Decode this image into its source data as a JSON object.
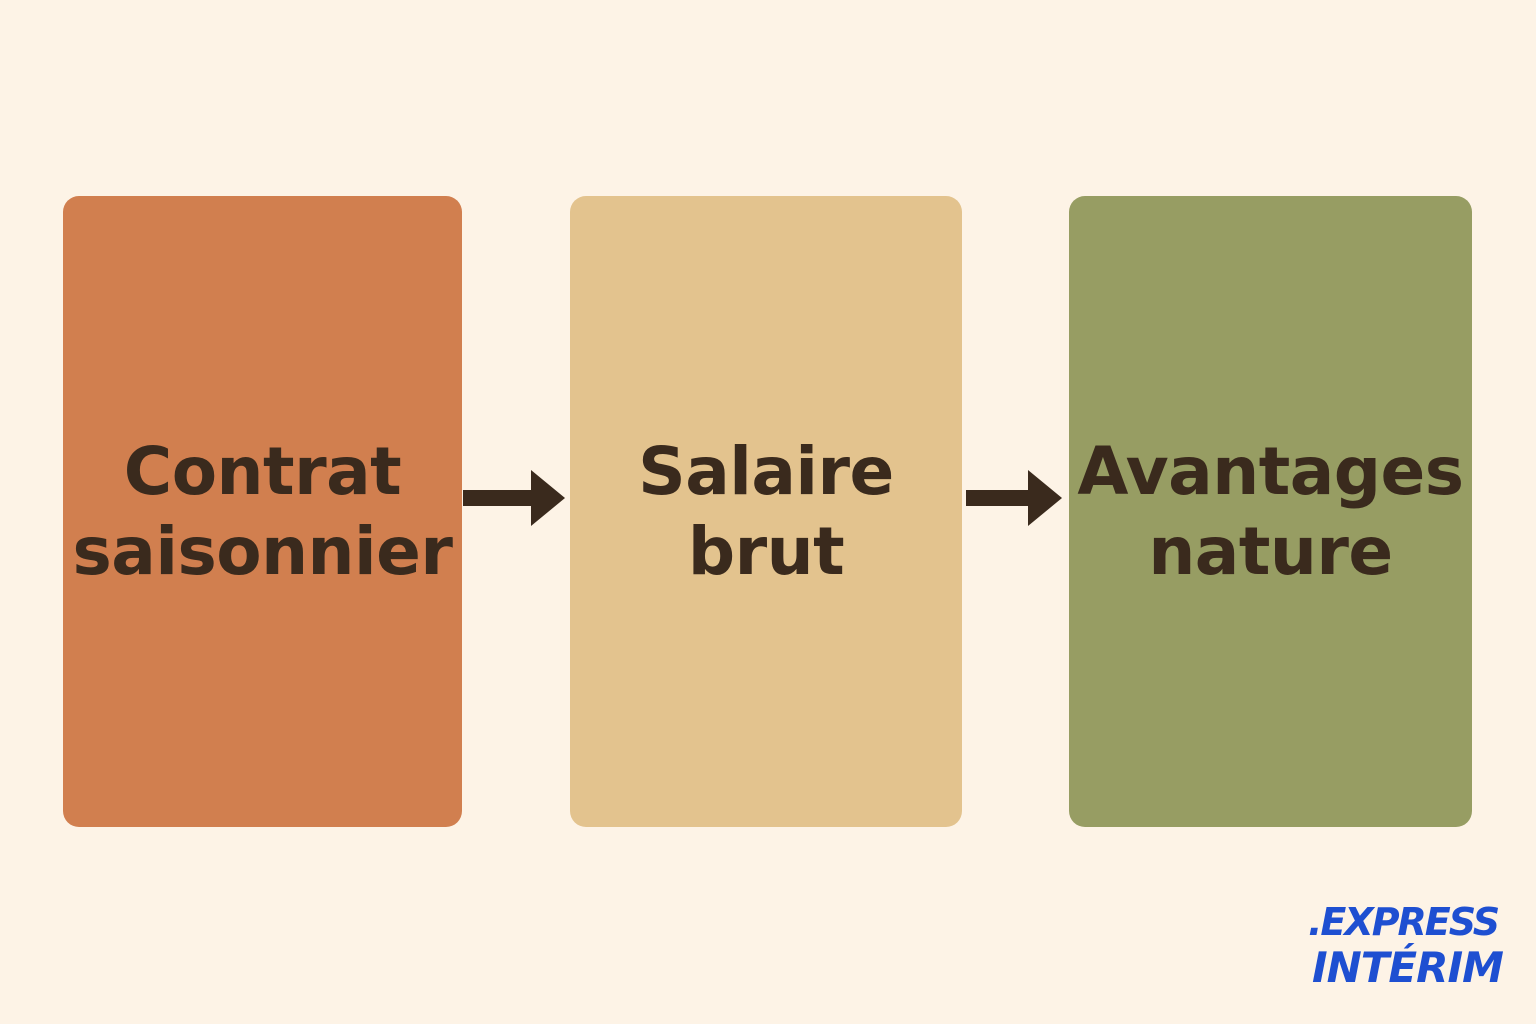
{
  "diagram": {
    "boxes": [
      {
        "lines": [
          "Contrat",
          "saisonnier"
        ],
        "color": "#d17f4f"
      },
      {
        "lines": [
          "Salaire",
          "brut"
        ],
        "color": "#e3c38e"
      },
      {
        "lines": [
          "Avantages",
          "nature"
        ],
        "color": "#979d63"
      }
    ],
    "arrow_color": "#3a2a1d",
    "text_color": "#3a2a1d"
  },
  "logo": {
    "line1": ".EXPRESS",
    "line2": "INTÉRIM",
    "color": "#1e4fd1"
  },
  "background": "#fdf3e6"
}
